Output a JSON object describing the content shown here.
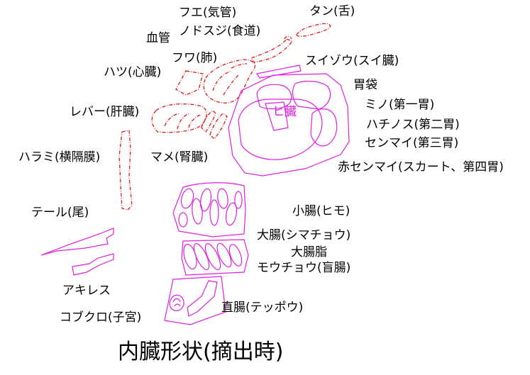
{
  "labels": {
    "tan": "タン(舌)",
    "fue": "フエ(気管)",
    "nodosuji": "ノドスジ(食道)",
    "kekkan": "血管",
    "fuwa": "フワ(肺)",
    "suizou": "スイゾウ(スイ臓)",
    "hatsu": "ハツ(心臓)",
    "ibukuro": "胃袋",
    "mino": "ミノ(第一胃)",
    "hizou": "ヒ臓",
    "reba": "レバー(肝臓)",
    "hachinosu": "ハチノス(第二胃)",
    "senmai": "センマイ(第三胃)",
    "harami": "ハラミ(横隔膜)",
    "mame": "マメ(腎臓)",
    "akasenmai": "赤センマイ(スカート、第四胃)",
    "shouchou": "小腸(ヒモ)",
    "teru": "テール(尾)",
    "daichou": "大腸(シマチョウ)",
    "daichoushi": "大腸脂",
    "mouchou": "モウチョウ(盲腸)",
    "akiresu": "アキレス",
    "chokuchou": "直腸(テッポウ)",
    "kobukuro": "コブクロ(子宮)"
  },
  "title": "内臓形状(摘出時)",
  "colors": {
    "outline_red": "#e01818",
    "outline_magenta": "#e020e0",
    "text": "#000000"
  }
}
